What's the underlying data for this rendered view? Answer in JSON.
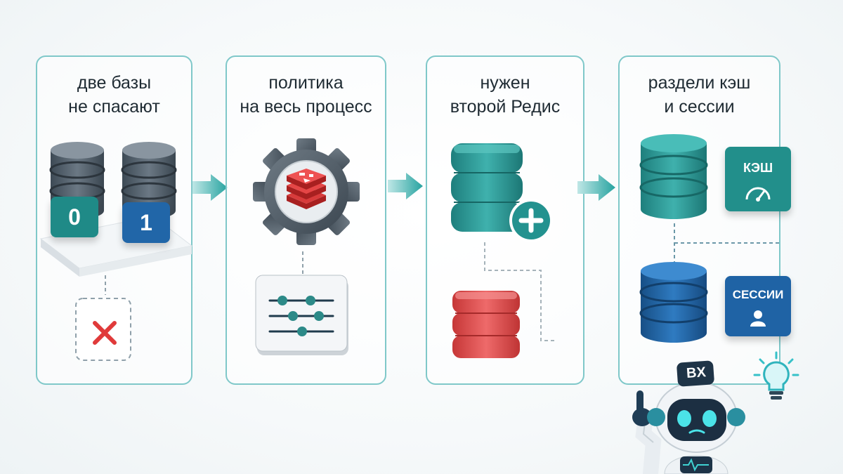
{
  "steps": [
    {
      "title": "две базы\nне спасают",
      "db_labels": [
        "0",
        "1"
      ]
    },
    {
      "title": "политика\nна весь процесс"
    },
    {
      "title": "нужен\nвторой Редис"
    },
    {
      "title": "раздели кэш\nи сессии",
      "cache_label": "КЭШ",
      "sessions_label": "СЕССИИ"
    }
  ],
  "mascot": {
    "badge": "BX"
  },
  "colors": {
    "teal": "#2a9d9a",
    "blue": "#2166a8",
    "red": "#d84040",
    "panel_border": "#7fc8c9"
  },
  "icons": [
    "database-icon",
    "cross-icon",
    "gear-icon",
    "redis-logo-icon",
    "settings-sliders-icon",
    "plus-icon",
    "speedometer-icon",
    "user-icon",
    "robot-mascot",
    "lightbulb-icon"
  ]
}
